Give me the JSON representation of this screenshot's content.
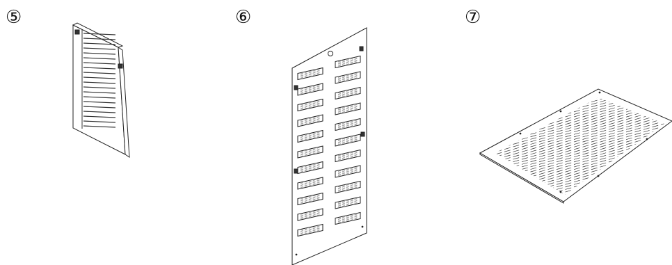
{
  "labels": {
    "part5": "⑤",
    "part6": "⑥",
    "part7": "⑦"
  },
  "colors": {
    "line": "#222222",
    "background": "#ffffff"
  },
  "illustrations": {
    "part5": "louvered-side-panel-icon",
    "part6": "perforated-rear-panel-icon",
    "part7": "perforated-top-panel-icon"
  }
}
